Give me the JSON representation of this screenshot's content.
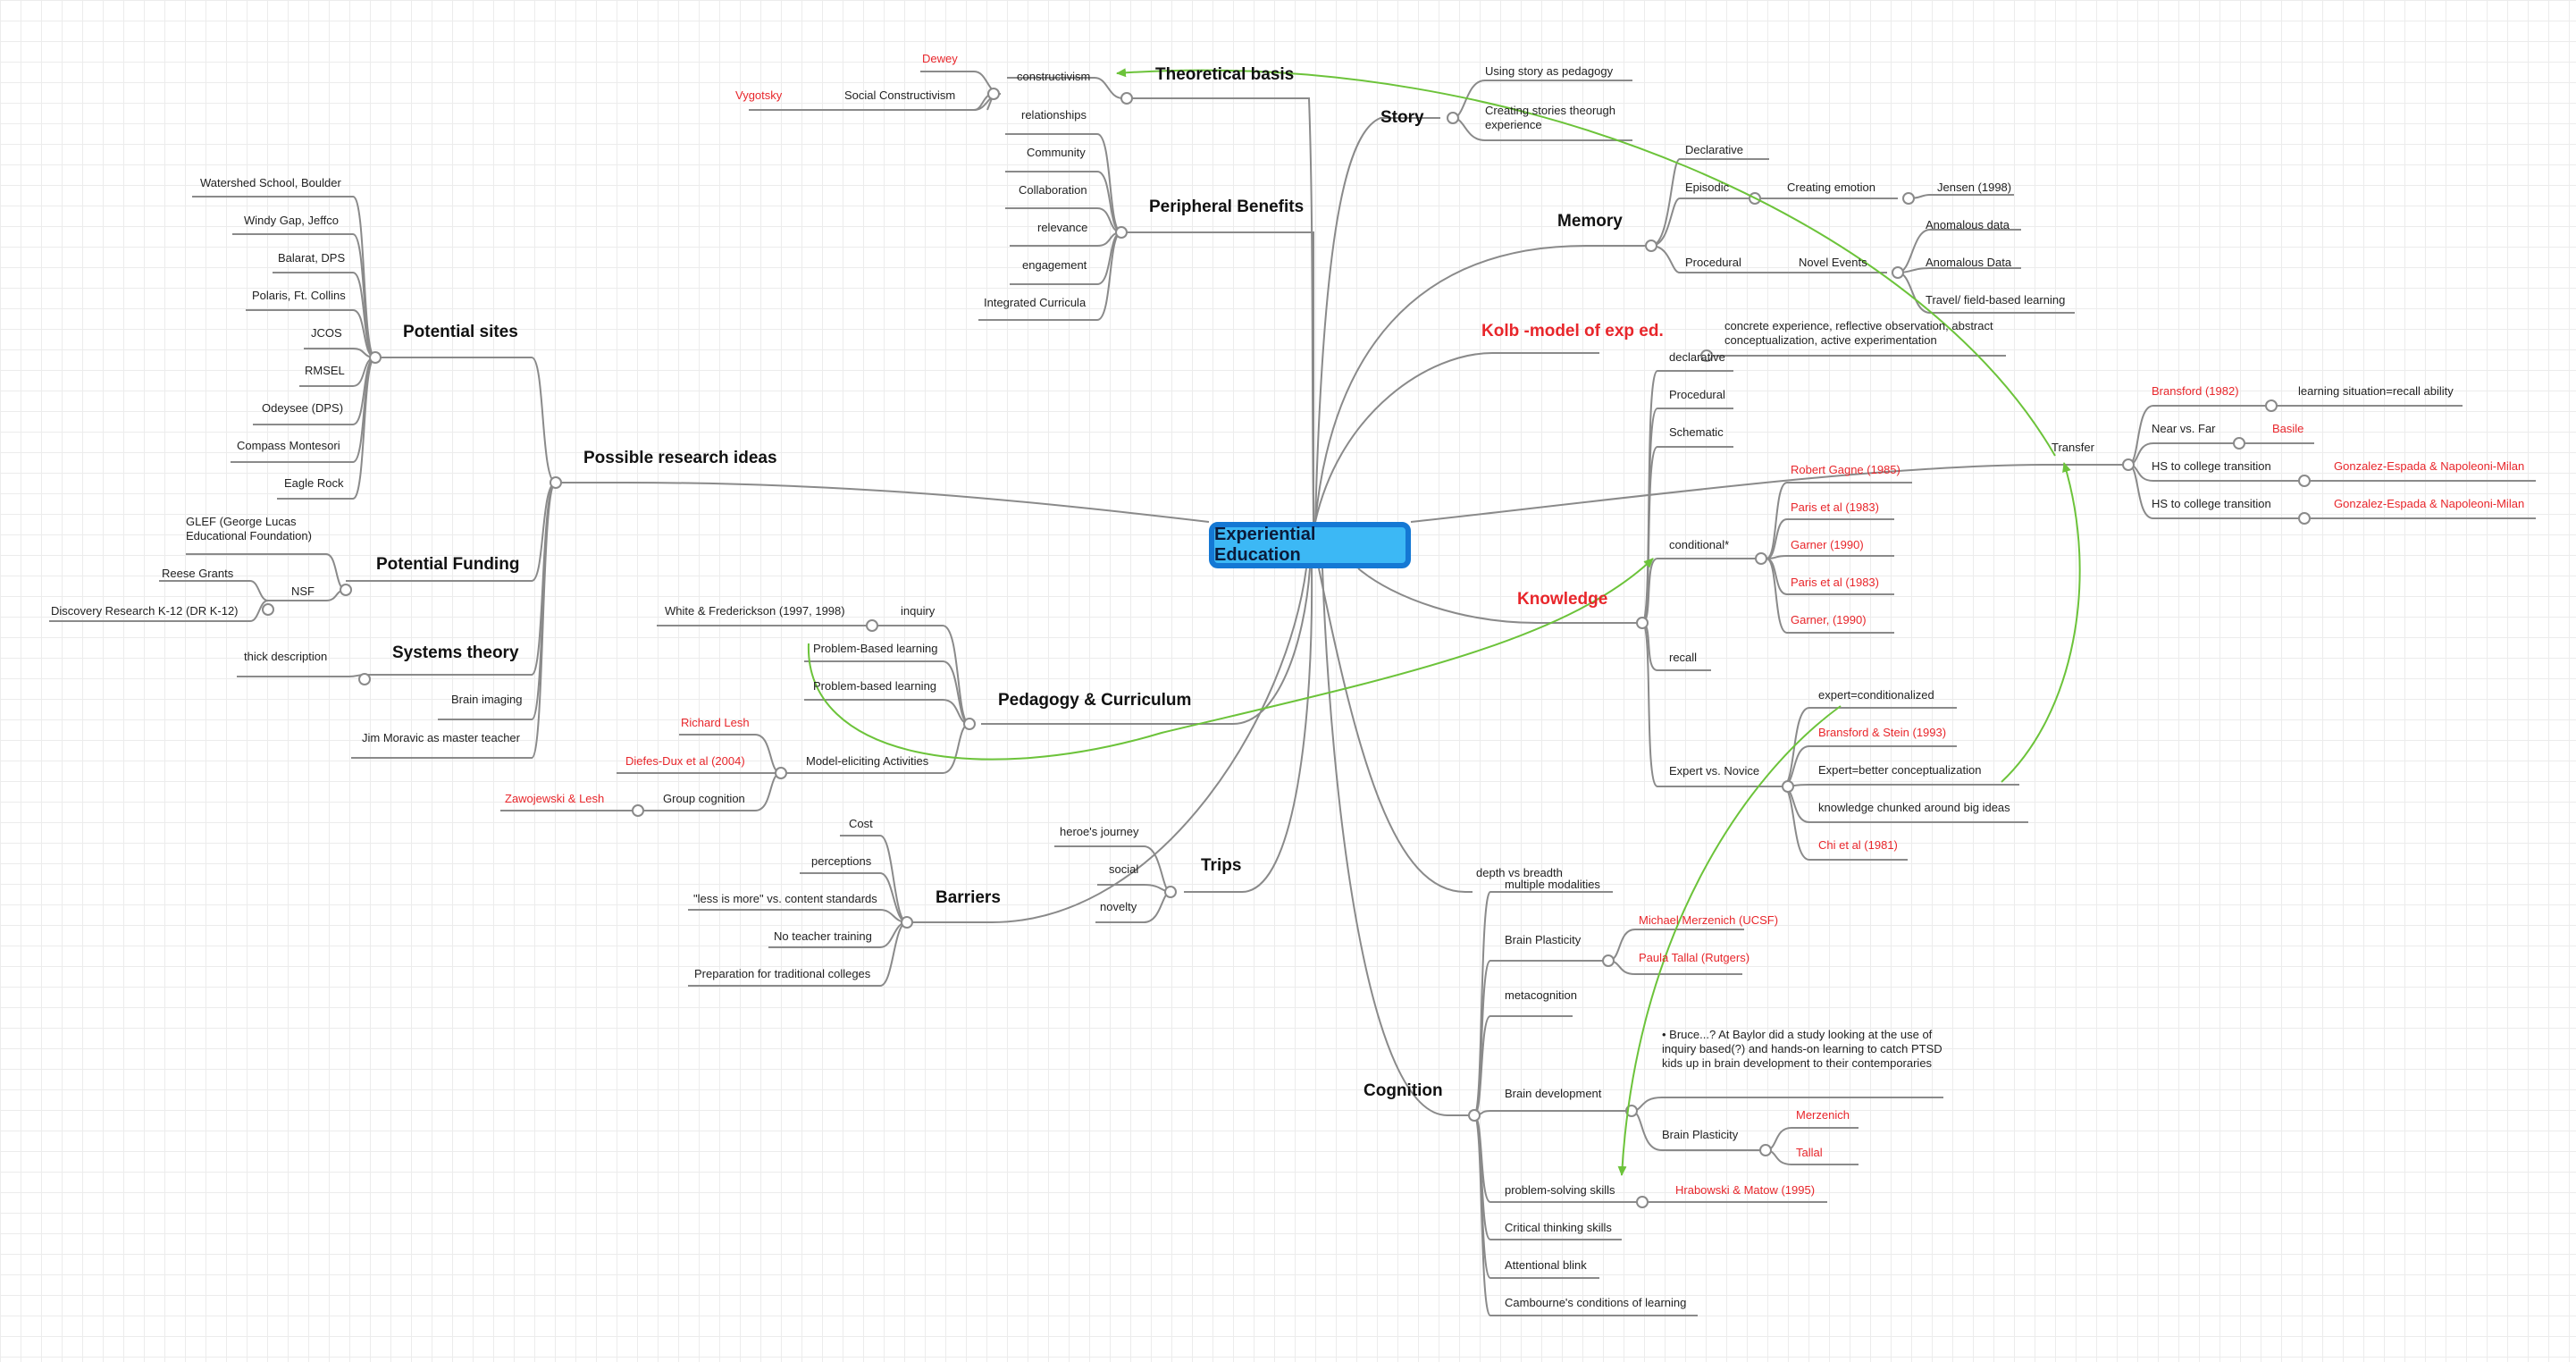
{
  "center": {
    "title": "Experiential Education"
  },
  "colors": {
    "line": "#8a8a8a",
    "arrow": "#6cc33a",
    "red": "#e8262b",
    "center_fill": "#3cb8f5",
    "center_border": "#1478d4"
  },
  "right": {
    "story": {
      "title": "Story",
      "items": [
        "Using story as pedagogy",
        "Creating stories theorugh experience"
      ]
    },
    "memory": {
      "title": "Memory",
      "declarative": "Declarative",
      "episodic": "Episodic",
      "creating_emotion": "Creating emotion",
      "jensen": "Jensen (1998)",
      "procedural": "Procedural",
      "novel_events": "Novel Events",
      "novel_children": [
        "Anomalous data",
        "Anomalous Data",
        "Travel/ field-based learning"
      ]
    },
    "kolb": {
      "title": "Kolb -model of exp ed.",
      "child": "concrete experience, reflective observation, abstract conceptualization, active experimentation"
    },
    "transfer": {
      "title": "Transfer",
      "bransford": "Bransford (1982)",
      "recall_ability": "learning situation=recall ability",
      "near_far": "Near vs. Far",
      "basile": "Basile",
      "hs1": "HS to college transition",
      "gonzalez1": "Gonzalez-Espada & Napoleoni-Milan",
      "hs2": "HS to college transition",
      "gonzalez2": "Gonzalez-Espada & Napoleoni-Milan"
    },
    "knowledge": {
      "title": "Knowledge",
      "declarative": "declarative",
      "procedural": "Procedural",
      "schematic": "Schematic",
      "conditional": "conditional*",
      "conditional_refs": [
        "Robert Gagne (1985)",
        "Paris et al (1983)",
        "Garner (1990)",
        "Paris et al (1983)",
        "Garner, (1990)"
      ],
      "recall": "recall",
      "expert_novice": "Expert vs. Novice",
      "expert_children": [
        "expert=conditionalized",
        "Bransford & Stein (1993)",
        "Expert=better conceptualization",
        "knowledge chunked around big ideas",
        "Chi et al (1981)"
      ]
    },
    "cognition": {
      "title": "Cognition",
      "depth": "depth vs breadth",
      "multiple": "multiple modalities",
      "brain_plasticity": "Brain Plasticity",
      "merzenich_ucsf": "Michael Merzenich (UCSF)",
      "tallal_rutgers": "Paula Tallal (Rutgers)",
      "metacognition": "metacognition",
      "brain_development": "Brain development",
      "bruce_note": "• Bruce...? At Baylor did a study looking at the use of inquiry based(?) and hands-on learning to catch PTSD kids up in brain development to their contemporaries",
      "brain_plasticity2": "Brain Plasticity",
      "merzenich": "Merzenich",
      "tallal": "Tallal",
      "problem_solving": "problem-solving skills",
      "hrabowski": "Hrabowski & Matow (1995)",
      "critical": "Critical thinking skills",
      "attentional": "Attentional blink",
      "cambourne": "Cambourne's conditions of learning"
    }
  },
  "left": {
    "theoretical": {
      "title": "Theoretical basis",
      "constructivism": "constructivism",
      "dewey": "Dewey",
      "social": "Social Constructivism",
      "vygotsky": "Vygotsky"
    },
    "peripheral": {
      "title": "Peripheral Benefits",
      "items": [
        "relationships",
        "Community",
        "Collaboration",
        "relevance",
        "engagement",
        "Integrated Curricula"
      ]
    },
    "research": {
      "title": "Possible research ideas"
    },
    "sites": {
      "title": "Potential sites",
      "items": [
        "Watershed School, Boulder",
        "Windy Gap, Jeffco",
        "Balarat, DPS",
        "Polaris, Ft. Collins",
        "JCOS",
        "RMSEL",
        "Odeysee (DPS)",
        "Compass Montesori",
        "Eagle Rock"
      ]
    },
    "funding": {
      "title": "Potential Funding",
      "glef": "GLEF (George Lucas Educational Foundation)",
      "nsf": "NSF",
      "reese": "Reese Grants",
      "drk12": "Discovery Research K-12 (DR K-12)"
    },
    "systems": {
      "title": "Systems theory",
      "thick": "thick description"
    },
    "brain_imaging": "Brain imaging",
    "jim": "Jim Moravic as master teacher",
    "pedagogy": {
      "title": "Pedagogy & Curriculum",
      "inquiry": "inquiry",
      "white": "White & Frederickson (1997, 1998)",
      "pbl1": "Problem-Based learning",
      "pbl2": "Problem-based learning",
      "mea": "Model-eliciting Activities",
      "lesh": "Richard Lesh",
      "diefes": "Diefes-Dux et al (2004)",
      "group": "Group cognition",
      "zawojewski": "Zawojewski & Lesh"
    },
    "trips": {
      "title": "Trips",
      "items": [
        "heroe's journey",
        "social",
        "novelty"
      ]
    },
    "barriers": {
      "title": "Barriers",
      "items": [
        "Cost",
        "perceptions",
        "\"less is more\" vs. content standards",
        "No teacher training",
        "Preparation for traditional colleges"
      ]
    }
  }
}
